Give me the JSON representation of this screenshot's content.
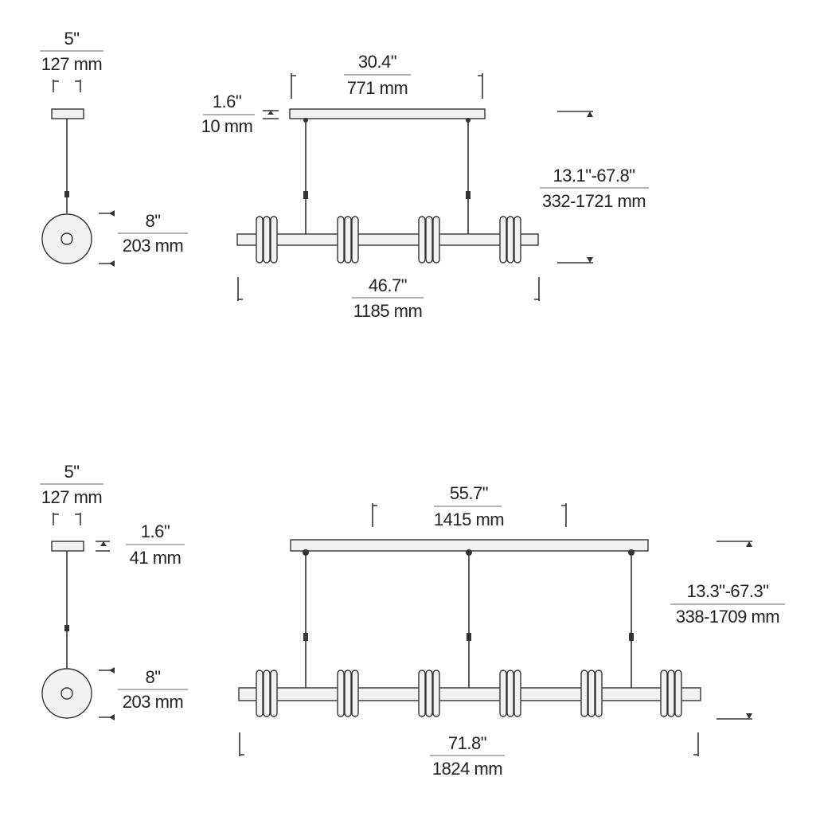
{
  "colors": {
    "ink": "#333333",
    "fill": "#f2f2f2",
    "rule": "#999999"
  },
  "top": {
    "canopy_width": {
      "in": "5\"",
      "mm": "127 mm"
    },
    "ball_dia": {
      "in": "8\"",
      "mm": "203 mm"
    },
    "canopy_height": {
      "in": "1.6\"",
      "mm": "10 mm"
    },
    "canopy_length": {
      "in": "30.4\"",
      "mm": "771 mm"
    },
    "overall_height": {
      "in": "13.1\"-67.8\"",
      "mm": "332-1721 mm"
    },
    "overall_length": {
      "in": "46.7\"",
      "mm": "1185 mm"
    }
  },
  "bottom": {
    "canopy_width": {
      "in": "5\"",
      "mm": "127 mm"
    },
    "canopy_height": {
      "in": "1.6\"",
      "mm": "41 mm"
    },
    "ball_dia": {
      "in": "8\"",
      "mm": "203 mm"
    },
    "canopy_length": {
      "in": "55.7\"",
      "mm": "1415 mm"
    },
    "overall_height": {
      "in": "13.3\"-67.3\"",
      "mm": "338-1709 mm"
    },
    "overall_length": {
      "in": "71.8\"",
      "mm": "1824 mm"
    }
  }
}
